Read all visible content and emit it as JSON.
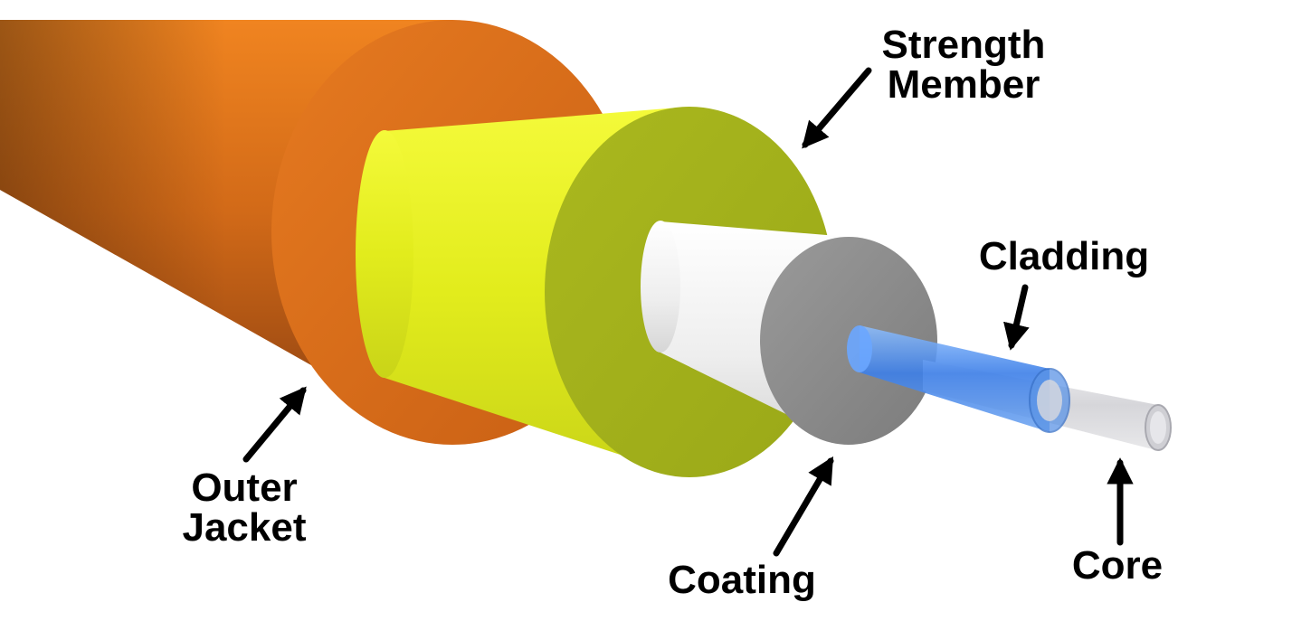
{
  "labels": {
    "strength_member": [
      "Strength",
      "Member"
    ],
    "cladding": "Cladding",
    "outer_jacket": [
      "Outer",
      "Jacket"
    ],
    "coating": "Coating",
    "core": "Core"
  },
  "colors": {
    "outer_jacket": "#e07a1e",
    "outer_jacket_shadow": "#8a3f10",
    "strength_member": "#e4ee1e",
    "strength_member_face": "#a7b51c",
    "coating": "#f2f2f2",
    "coating_face": "#8e8e8e",
    "cladding": "#4a8ff0",
    "core": "#d8d8dc",
    "arrow": "#000000"
  }
}
